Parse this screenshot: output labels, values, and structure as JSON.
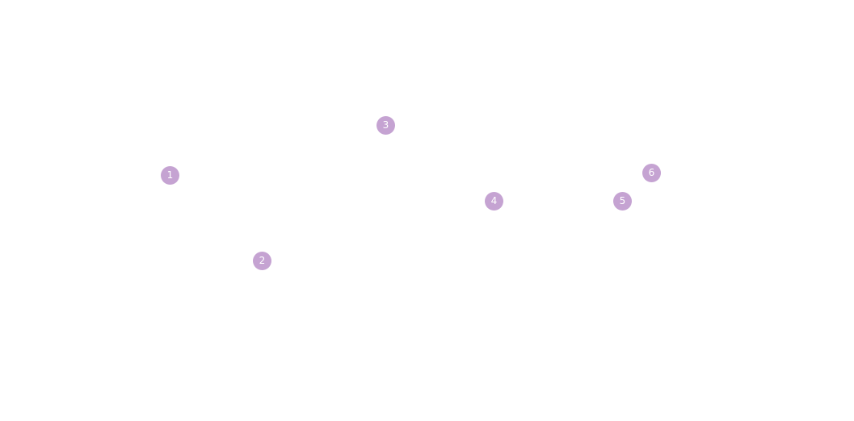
{
  "canvas": {
    "background": "#ffffff",
    "marker_color": "#c5a3d2",
    "marker_text_color": "#ffffff"
  },
  "markers": [
    {
      "label": "1"
    },
    {
      "label": "2"
    },
    {
      "label": "3"
    },
    {
      "label": "4"
    },
    {
      "label": "5"
    },
    {
      "label": "6"
    }
  ]
}
